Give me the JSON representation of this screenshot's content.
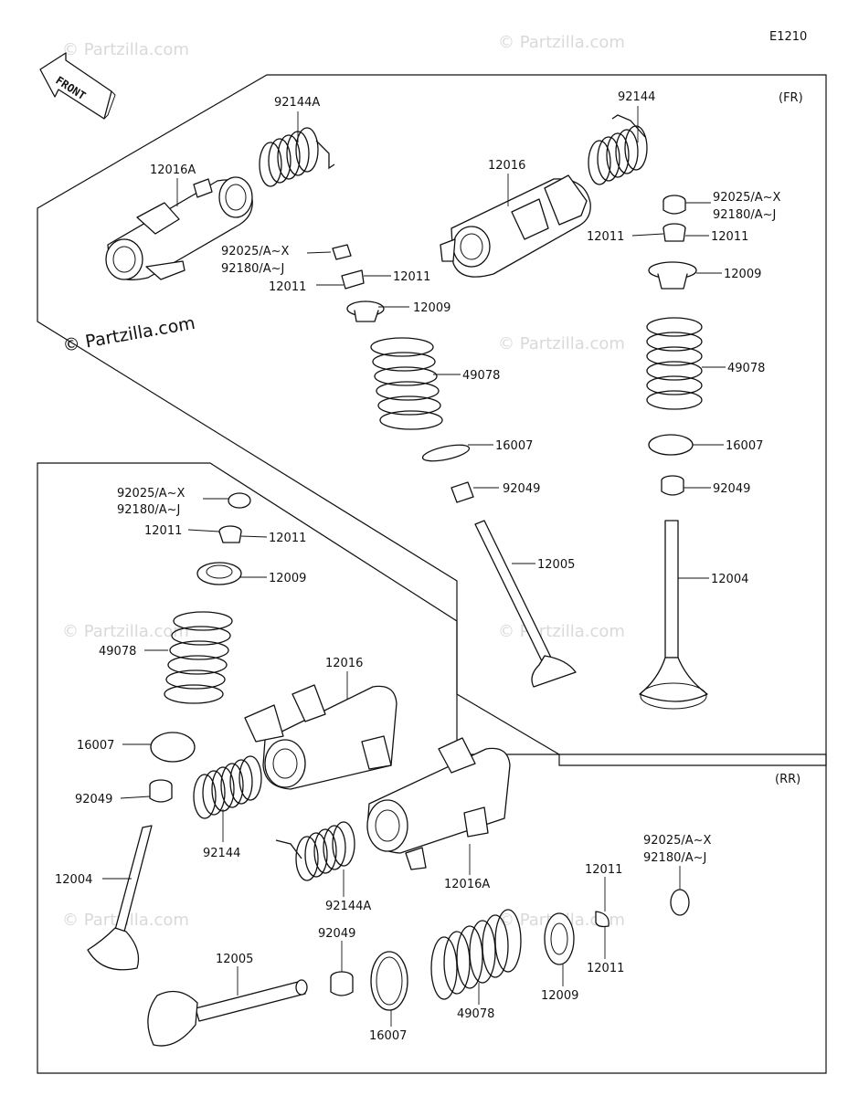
{
  "diagram_code": "E1210",
  "front_label": "FRONT",
  "sections": {
    "front": "(FR)",
    "rear": "(RR)"
  },
  "watermark_main": "© Partzilla.com",
  "watermark_faint": "© Partzilla.com",
  "labels": {
    "fr_92144A": "92144A",
    "fr_12016A": "12016A",
    "fr_92144": "92144",
    "fr_12016": "12016",
    "fr_left_92025": "92025/A~X",
    "fr_left_92180": "92180/A~J",
    "fr_left_12011_r": "12011",
    "fr_left_12011_l": "12011",
    "fr_left_12009": "12009",
    "fr_left_49078": "49078",
    "fr_left_16007": "16007",
    "fr_left_92049": "92049",
    "fr_12005": "12005",
    "fr_right_92025": "92025/A~X",
    "fr_right_92180": "92180/A~J",
    "fr_right_12011_l": "12011",
    "fr_right_12011_r": "12011",
    "fr_right_12009": "12009",
    "fr_right_49078": "49078",
    "fr_right_16007": "16007",
    "fr_right_92049": "92049",
    "fr_12004": "12004",
    "rr_left_92025": "92025/A~X",
    "rr_left_92180": "92180/A~J",
    "rr_left_12011_l": "12011",
    "rr_left_12011_r": "12011",
    "rr_left_12009": "12009",
    "rr_left_49078": "49078",
    "rr_12016": "12016",
    "rr_left_16007": "16007",
    "rr_left_92049": "92049",
    "rr_92144": "92144",
    "rr_12004": "12004",
    "rr_92144A": "92144A",
    "rr_12016A": "12016A",
    "rr_12005": "12005",
    "rr_mid_92049": "92049",
    "rr_mid_16007": "16007",
    "rr_mid_49078": "49078",
    "rr_mid_12009": "12009",
    "rr_mid_12011_t": "12011",
    "rr_mid_12011_b": "12011",
    "rr_right_92025": "92025/A~X",
    "rr_right_92180": "92180/A~J"
  }
}
